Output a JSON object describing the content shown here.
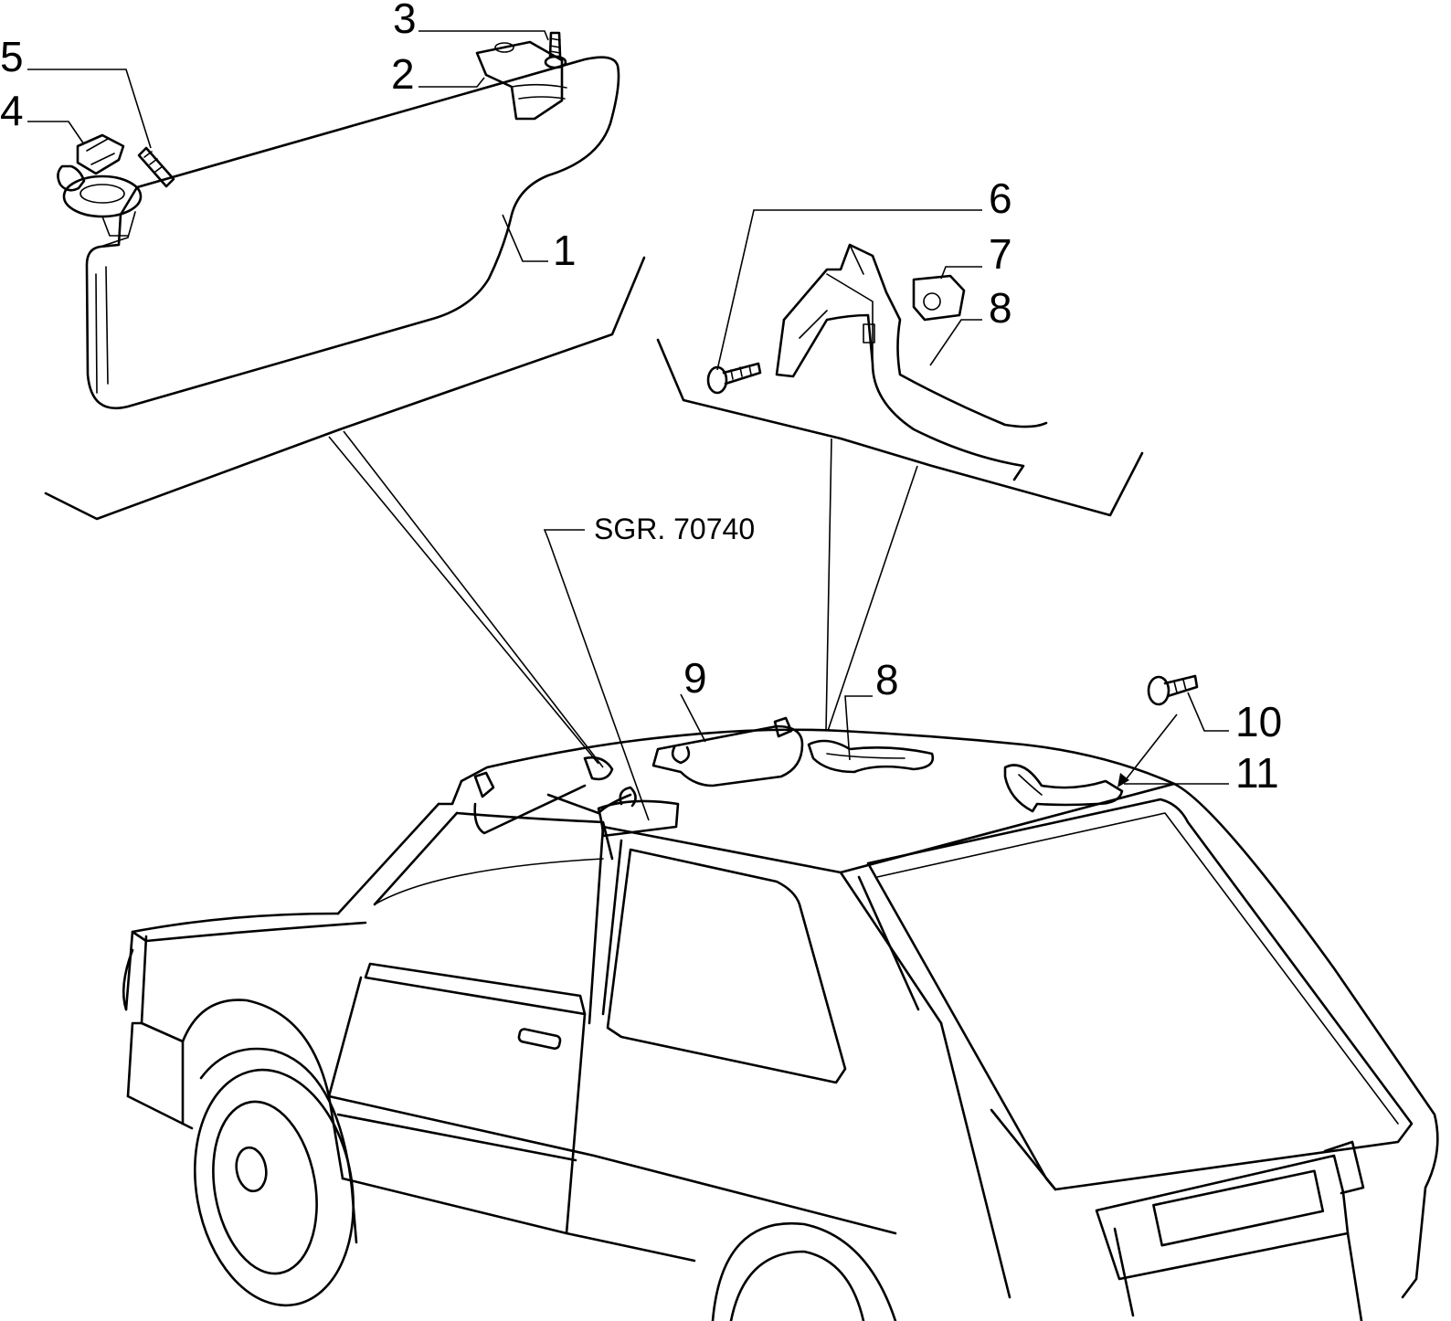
{
  "callouts": {
    "c1": "1",
    "c2": "2",
    "c3": "3",
    "c4": "4",
    "c5": "5",
    "c6": "6",
    "c7": "7",
    "c8_top": "8",
    "c8_car": "8",
    "c9": "9",
    "c10": "10",
    "c11": "11"
  },
  "reference": "SGR. 70740",
  "parts": {
    "sun_visor": "sun-visor",
    "visor_bracket": "visor-bracket",
    "visor_screw": "visor-screw",
    "visor_hinge": "visor-hinge",
    "hinge_screw": "hinge-screw",
    "grab_handle_screw": "grab-handle-screw",
    "grab_handle_cap": "grab-handle-cap",
    "grab_handle": "grab-handle",
    "rear_screw": "rear-handle-screw",
    "rear_handle": "rear-grab-handle",
    "car": "hatchback-car"
  }
}
